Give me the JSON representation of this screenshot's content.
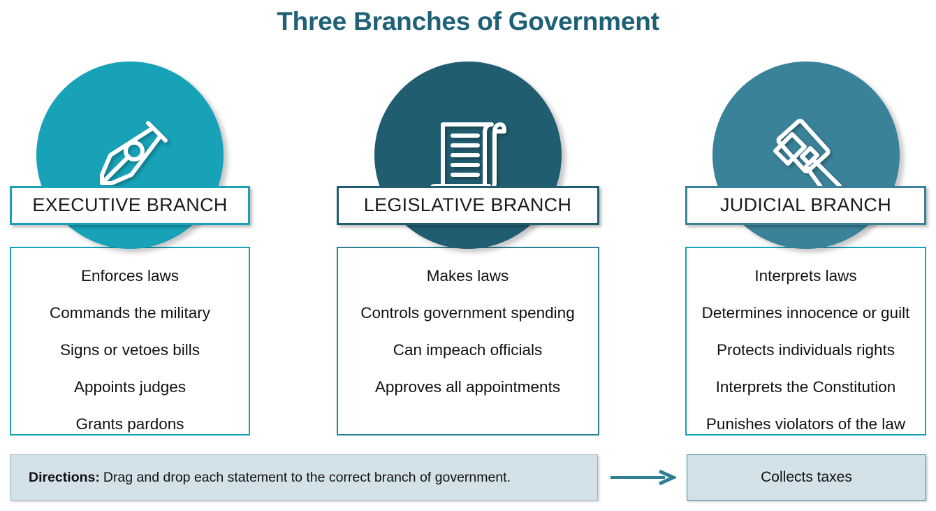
{
  "page": {
    "title": "Three Branches of Government",
    "background": "#ffffff",
    "title_color": "#1f6076"
  },
  "branches": [
    {
      "key": "executive",
      "label": "EXECUTIVE BRANCH",
      "icon": "fountain-pen-nib-icon",
      "circle_color": "#17a2b8",
      "border_color": "#17a2b8",
      "facts": [
        "Enforces laws",
        "Commands the military",
        "Signs or vetoes bills",
        "Appoints judges",
        "Grants pardons"
      ]
    },
    {
      "key": "legislative",
      "label": "LEGISLATIVE BRANCH",
      "icon": "scroll-document-icon",
      "circle_color": "#215d70",
      "border_color": "#215d70",
      "facts": [
        "Makes laws",
        "Controls government spending",
        "Can impeach officials",
        "Approves all appointments"
      ]
    },
    {
      "key": "judicial",
      "label": "JUDICIAL BRANCH",
      "icon": "gavel-icon",
      "circle_color": "#3a8299",
      "border_color": "#3a8299",
      "facts": [
        "Interprets laws",
        "Determines innocence or guilt",
        "Protects individuals rights",
        "Interprets the Constitution",
        "Punishes violators of the law"
      ]
    }
  ],
  "directions": {
    "bold_label": "Directions:",
    "text": "Drag and drop each statement to the correct branch of government.",
    "background": "#d3e2e8"
  },
  "arrow": {
    "icon": "arrow-right-icon",
    "color": "#2f7f95"
  },
  "drag_item": {
    "label": "Collects taxes",
    "background": "#d3e2e8",
    "border_color": "#3c8aa0"
  }
}
